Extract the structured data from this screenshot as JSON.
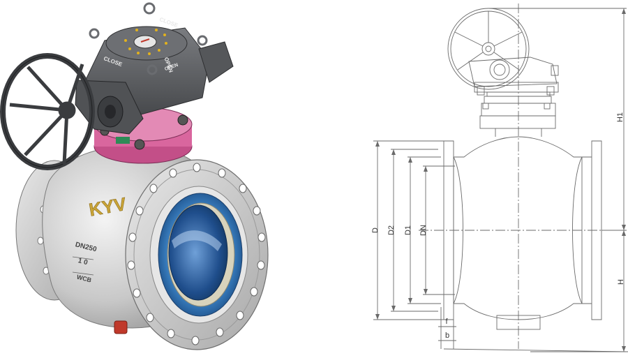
{
  "render": {
    "brand": "KYV",
    "body_marks": [
      "DN250",
      "1 0",
      "WCB"
    ],
    "gearbox_labels": [
      "CLOSE",
      "OPEN",
      "CLOSE",
      "OPEN"
    ]
  },
  "drawing": {
    "dimensions": {
      "outer_diameter": "D",
      "bolt_circle": "D2",
      "raised_face": "D1",
      "nominal_bore": "DN",
      "overall_height": "H1",
      "center_height": "H",
      "face_thickness": "f",
      "flange_thickness": "b"
    }
  },
  "colors": {
    "body_steel": "#c9c9c9",
    "flange_pink": "#d9669e",
    "gearbox_gray": "#5b5d60",
    "seat_blue": "#2f6fb0",
    "line": "#6a6a6a"
  }
}
